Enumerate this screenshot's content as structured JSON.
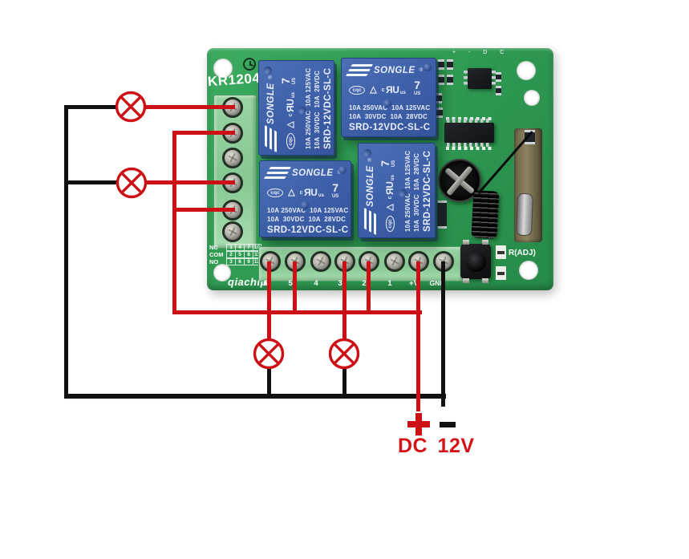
{
  "power": {
    "label": "DC 12V",
    "plus": "+",
    "minus": "-"
  },
  "board": {
    "model": "KR1204",
    "brand": "qiachip",
    "adj_label": "R(ADJ)",
    "top_silkscreen": "+ -   D   C",
    "terminal_table": {
      "rows": [
        {
          "label": "NC",
          "cells": [
            "1",
            "4",
            "7",
            "10"
          ]
        },
        {
          "label": "COM",
          "cells": [
            "2",
            "5",
            "8",
            "11"
          ]
        },
        {
          "label": "NO",
          "cells": [
            "3",
            "6",
            "9",
            "12"
          ]
        }
      ]
    },
    "bottom_terminals": [
      "6",
      "5",
      "4",
      "3",
      "2",
      "1",
      "+V",
      "GND"
    ]
  },
  "relay": {
    "brand": "SONGLE",
    "reg": "®",
    "cqc": "cqc",
    "tri": "△",
    "ul_c": "c",
    "ul_r": "R",
    "ul_u": "U",
    "ul_us": "us",
    "cert": "7",
    "cert_us": "US",
    "spec1": "10A 250VAC  10A 125VAC",
    "spec2": "10A  30VDC  10A  28VDC",
    "model": "SRD-12VDC-SL-C"
  },
  "colors": {
    "wire_red": "#cc1016",
    "wire_black": "#111111",
    "pcb_green": "#2f9a52",
    "relay_blue": "#3d5fa8",
    "label_red": "#d41317"
  }
}
